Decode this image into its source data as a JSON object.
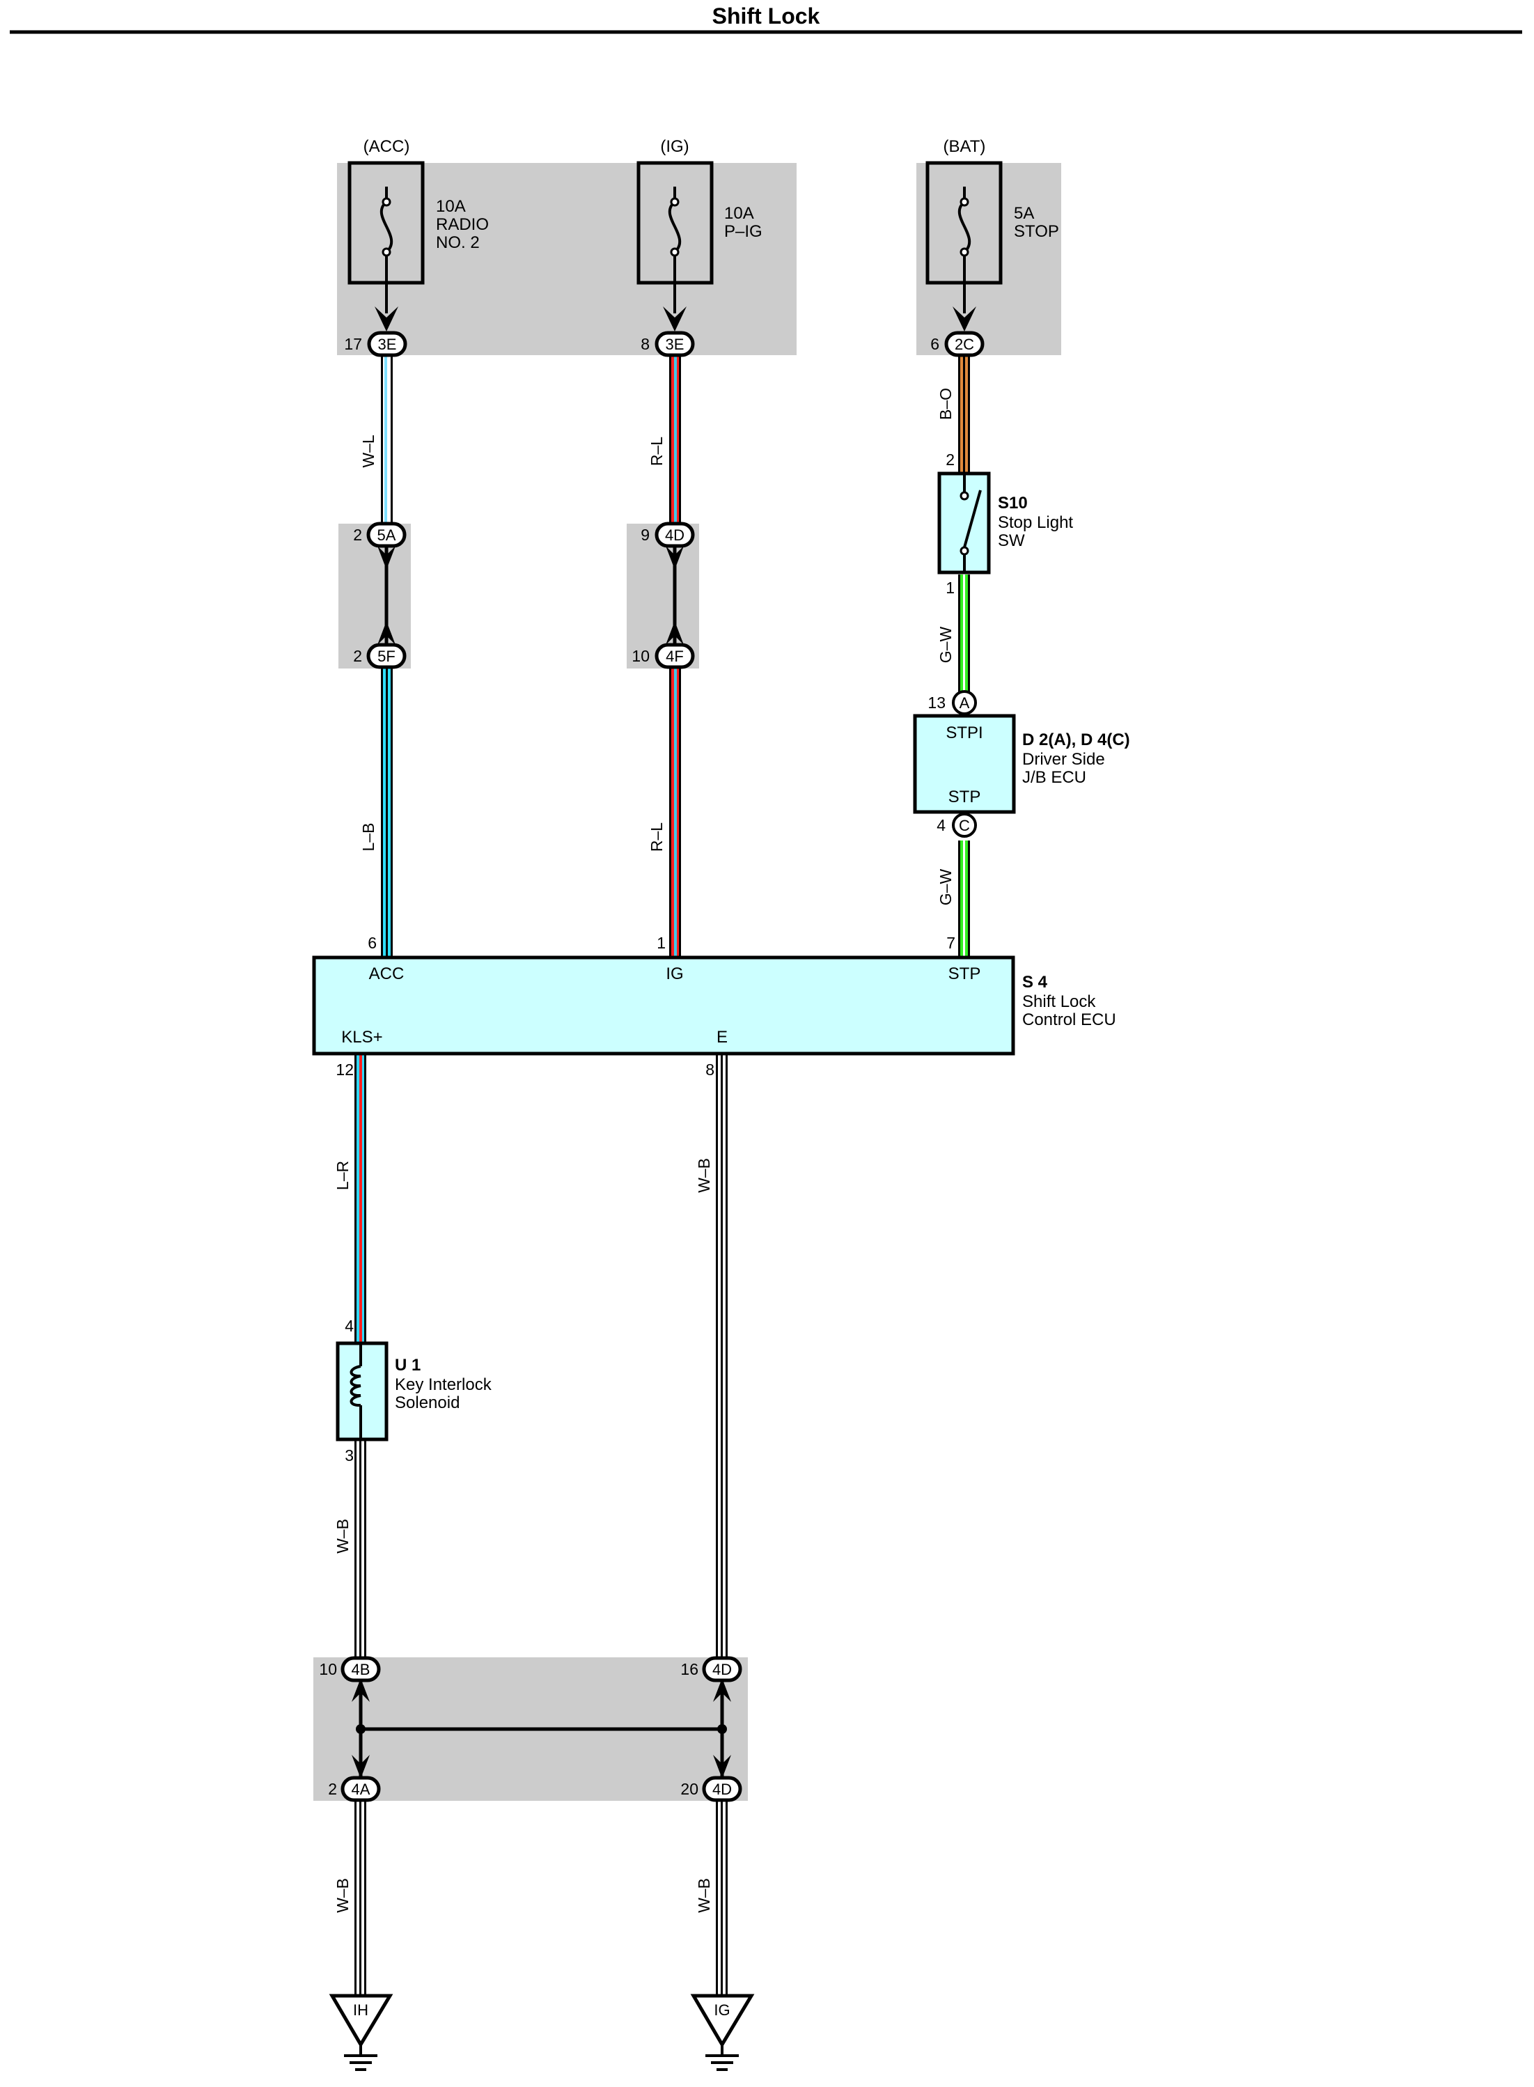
{
  "title": "Shift Lock",
  "colors": {
    "W-L": [
      "#ffffff",
      "#7fe0ff"
    ],
    "R-L": [
      "#ff2020",
      "#40c8e8"
    ],
    "L-B": [
      "#30e0ff",
      "#000000"
    ],
    "B-O": [
      "#e08a3c",
      "#000000"
    ],
    "G-W": [
      "#33ee22",
      "#ffffff"
    ],
    "L-R": [
      "#30d8ff",
      "#ff2020"
    ],
    "W-B": [
      "#ffffff",
      "#000000"
    ],
    "component_fill": "#ccffff",
    "junction_shade": "#cccccc"
  },
  "power_sources": [
    {
      "label": "(ACC)",
      "fuse_rating": "10A",
      "fuse_name_1": "RADIO",
      "fuse_name_2": "NO. 2",
      "pin": "17",
      "connector": "3E"
    },
    {
      "label": "(IG)",
      "fuse_rating": "10A",
      "fuse_name_1": "P–IG",
      "fuse_name_2": "",
      "pin": "8",
      "connector": "3E"
    },
    {
      "label": "(BAT)",
      "fuse_rating": "5A",
      "fuse_name_1": "STOP",
      "fuse_name_2": "",
      "pin": "6",
      "connector": "2C"
    }
  ],
  "wire_labels": {
    "acc_upper": "W–L",
    "ig_upper": "R–L",
    "bat_upper": "B–O",
    "acc_mid": "L–B",
    "ig_mid": "R–L",
    "stop_sw_to_jb": "G–W",
    "jb_to_ecu": "G–W",
    "kls_out": "L–R",
    "e_out": "W–B",
    "sol_out": "W–B",
    "ground_ih": "W–B",
    "ground_ig": "W–B"
  },
  "junctions": {
    "acc_top": {
      "pin": "2",
      "connector": "5A"
    },
    "acc_bottom": {
      "pin": "2",
      "connector": "5F"
    },
    "ig_top": {
      "pin": "9",
      "connector": "4D"
    },
    "ig_bottom": {
      "pin": "10",
      "connector": "4F"
    },
    "gnd_left_top": {
      "pin": "10",
      "connector": "4B"
    },
    "gnd_left_bottom": {
      "pin": "2",
      "connector": "4A"
    },
    "gnd_right_top": {
      "pin": "16",
      "connector": "4D"
    },
    "gnd_right_bottom": {
      "pin": "20",
      "connector": "4D"
    }
  },
  "stop_light_switch": {
    "id": "S10",
    "name_1": "Stop Light",
    "name_2": "SW",
    "pin_top": "2",
    "pin_bottom": "1"
  },
  "jb_ecu": {
    "id": "D 2(A), D 4(C)",
    "name_1": "Driver Side",
    "name_2": "J/B ECU",
    "terminal_top": "STPI",
    "terminal_bottom": "STP",
    "pin_top": "13",
    "conn_top": "A",
    "pin_bottom": "4",
    "conn_bottom": "C"
  },
  "shift_lock_ecu": {
    "id": "S 4",
    "name_1": "Shift Lock",
    "name_2": "Control ECU",
    "term_acc": "ACC",
    "term_ig": "IG",
    "term_stp": "STP",
    "term_kls": "KLS+",
    "term_e": "E",
    "pin_acc": "6",
    "pin_ig": "1",
    "pin_stp": "7",
    "pin_kls": "12",
    "pin_e": "8"
  },
  "solenoid": {
    "id": "U 1",
    "name_1": "Key Interlock",
    "name_2": "Solenoid",
    "pin_top": "4",
    "pin_bottom": "3"
  },
  "grounds": [
    {
      "code": "IH"
    },
    {
      "code": "IG"
    }
  ]
}
